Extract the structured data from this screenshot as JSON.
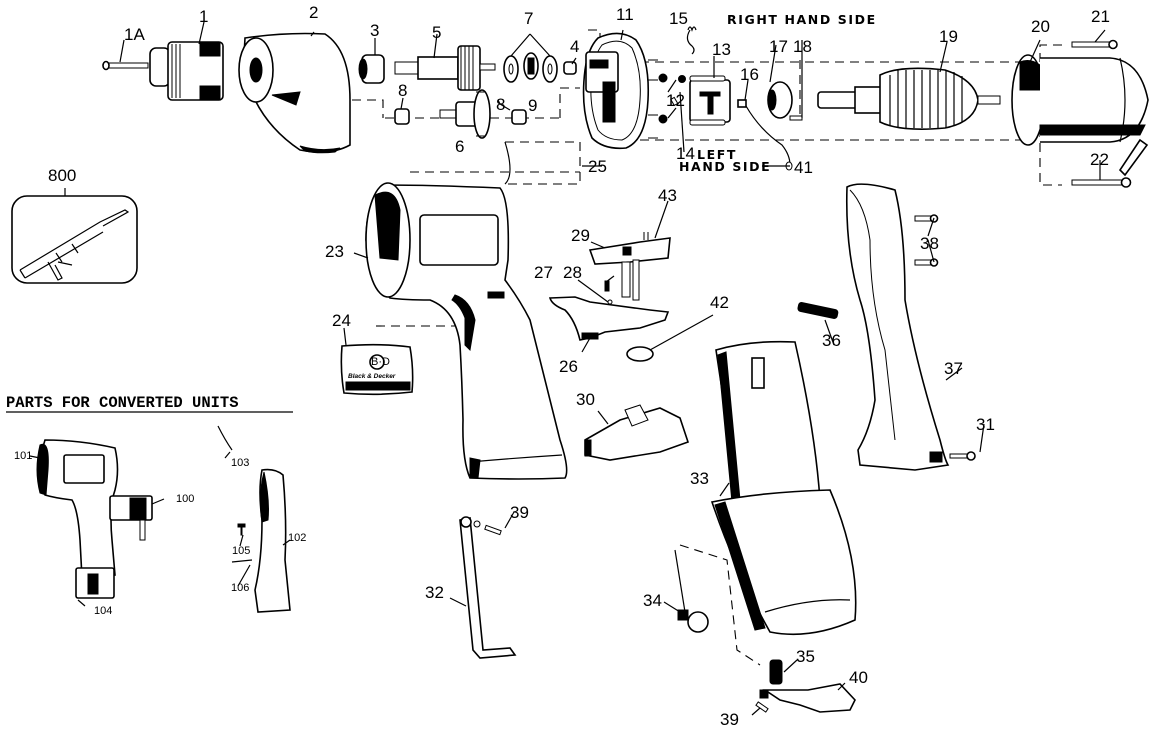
{
  "diagram": {
    "title": "Black & Decker cordless drill exploded parts diagram",
    "notes": {
      "right_hand_side": "RIGHT HAND SIDE",
      "left_hand_side_line1": "LEFT",
      "left_hand_side_line2": "HAND SIDE"
    },
    "converted_units_heading": "PARTS FOR CONVERTED UNITS",
    "badge_brand_text": "Black & Decker",
    "badge_logo_text": "B·D",
    "callouts": {
      "p1A": "1A",
      "p1": "1",
      "p2": "2",
      "p3": "3",
      "p4": "4",
      "p5": "5",
      "p6": "6",
      "p7": "7",
      "p8a": "8",
      "p8b": "8",
      "p9": "9",
      "p11": "11",
      "p12": "12",
      "p13": "13",
      "p14": "14",
      "p15": "15",
      "p16": "16",
      "p17": "17",
      "p18": "18",
      "p19": "19",
      "p20": "20",
      "p21": "21",
      "p22": "22",
      "p23": "23",
      "p24": "24",
      "p25": "25",
      "p26": "26",
      "p27": "27",
      "p28": "28",
      "p29": "29",
      "p30": "30",
      "p31": "31",
      "p32": "32",
      "p33": "33",
      "p34": "34",
      "p35": "35",
      "p36": "36",
      "p37": "37",
      "p38": "38",
      "p39a": "39",
      "p39b": "39",
      "p40": "40",
      "p41": "41",
      "p42": "42",
      "p43": "43",
      "p800": "800",
      "p100": "100",
      "p101": "101",
      "p102": "102",
      "p103": "103",
      "p104": "104",
      "p105": "105",
      "p106": "106"
    }
  }
}
